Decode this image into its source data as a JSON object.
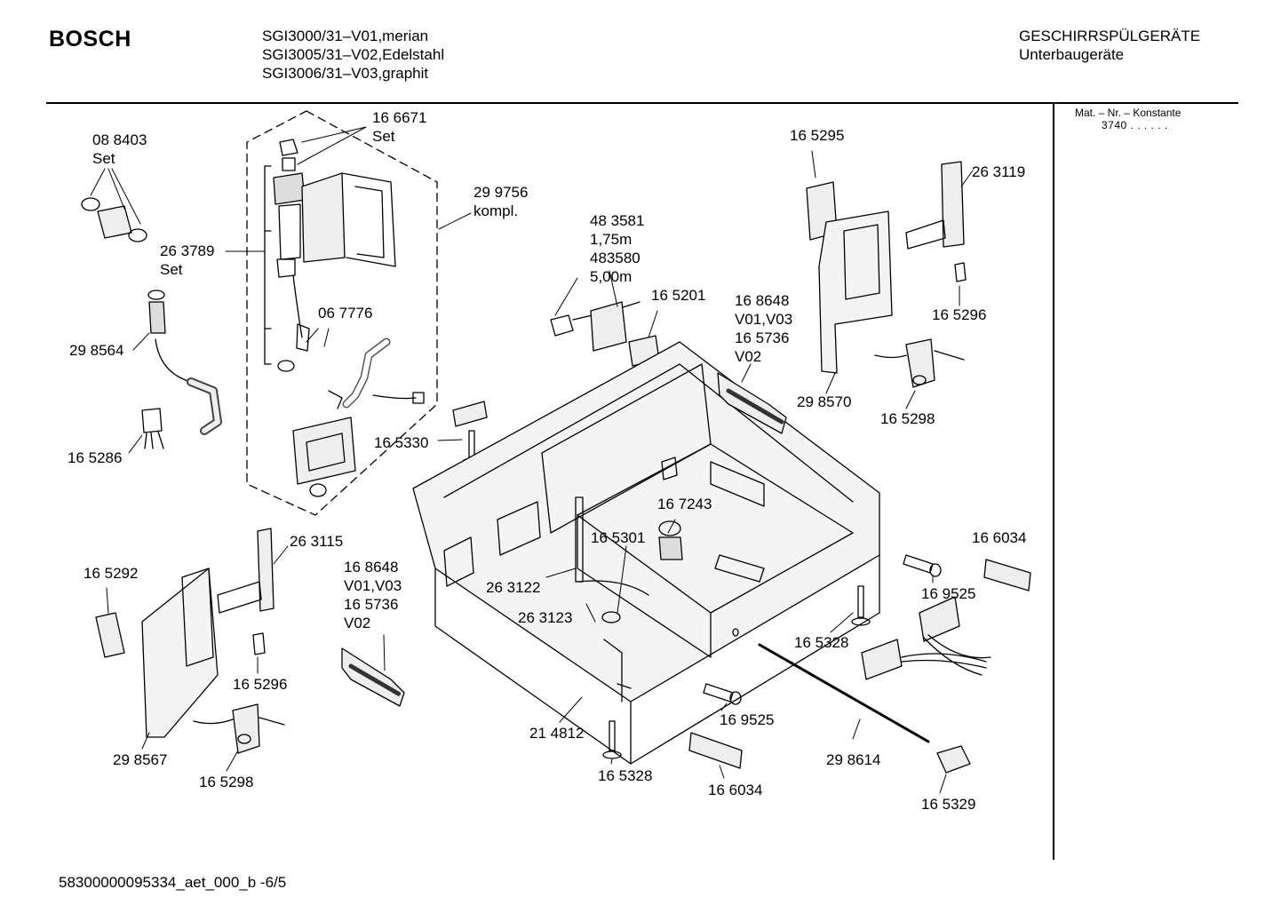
{
  "header": {
    "brand": "BOSCH",
    "models": [
      "SGI3000/31–V01,merian",
      "SGI3005/31–V02,Edelstahl",
      "SGI3006/31–V03,graphit"
    ],
    "category": "GESCHIRRSPÜLGERÄTE",
    "subcategory": "Unterbaugeräte"
  },
  "sidebar": {
    "label": "Mat. – Nr. – Konstante",
    "value": "3740 . . . . . ."
  },
  "footer": {
    "doc_id": "58300000095334_aet_000_b -6/5"
  },
  "labels": {
    "l_088403": "08 8403",
    "l_088403_set": "Set",
    "l_166671": "16 6671",
    "l_166671_set": "Set",
    "l_299756": "29 9756",
    "l_299756_kompl": "kompl.",
    "l_263789": "26 3789",
    "l_263789_set": "Set",
    "l_298564": "29 8564",
    "l_067776": "06 7776",
    "l_165286": "16 5286",
    "l_165330": "16 5330",
    "l_483581": "48 3581",
    "l_175m": "1,75m",
    "l_483580": "483580",
    "l_500m": "5,00m",
    "l_165201": "16 5201",
    "l_168648_top": "16 8648",
    "l_v01v03_top": "V01,V03",
    "l_165736_top": "16 5736",
    "l_v02_top": "V02",
    "l_165295": "16 5295",
    "l_263119": "26 3119",
    "l_165296_right": "16 5296",
    "l_298570": "29 8570",
    "l_165298_right": "16 5298",
    "l_167243": "16 7243",
    "l_165301": "16 5301",
    "l_263122": "26 3122",
    "l_263123": "26 3123",
    "l_263115": "26 3115",
    "l_165292": "16 5292",
    "l_168648_left": "16 8648",
    "l_v01v03_left": "V01,V03",
    "l_165736_left": "16 5736",
    "l_v02_left": "V02",
    "l_165296_left": "16 5296",
    "l_298567": "29 8567",
    "l_165298_left": "16 5298",
    "l_214812": "21 4812",
    "l_165328_bottom": "16 5328",
    "l_166034_bottom": "16 6034",
    "l_169525_bottom": "16 9525",
    "l_298614": "29 8614",
    "l_165329": "16 5329",
    "l_166034_right": "16 6034",
    "l_169525_right": "16 9525",
    "l_165328_right": "16 5328"
  }
}
